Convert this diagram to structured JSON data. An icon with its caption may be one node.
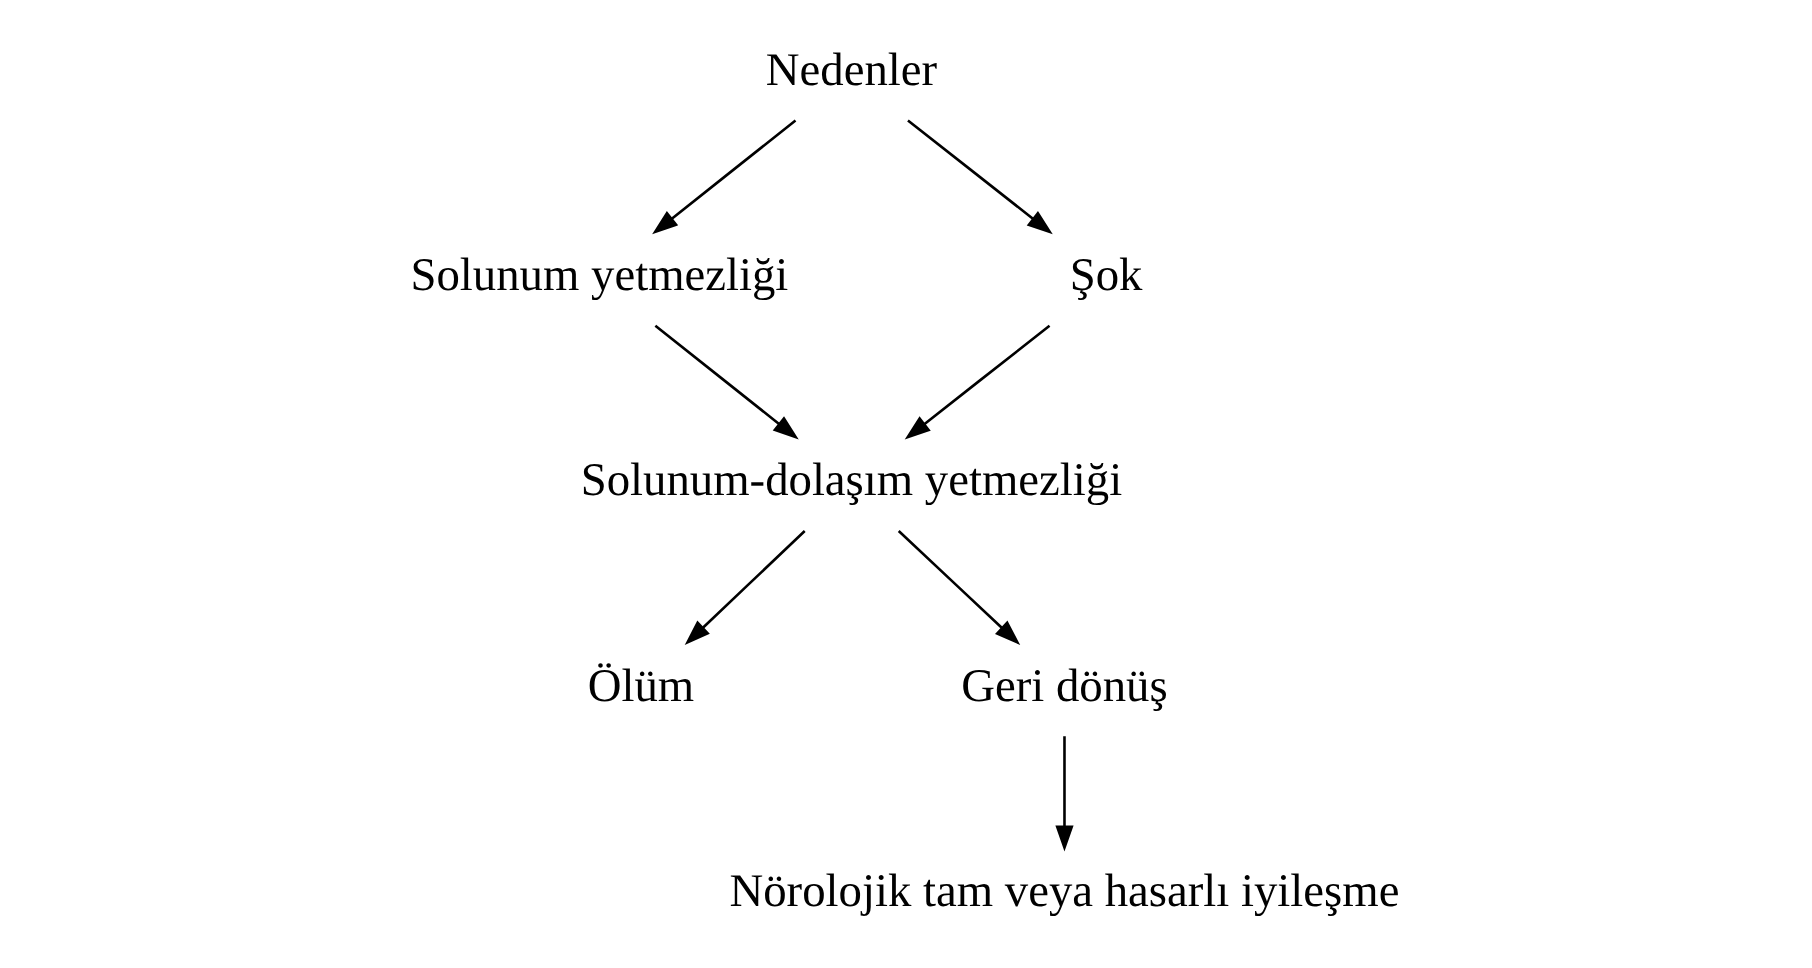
{
  "diagram": {
    "nodes": [
      {
        "text": [
          "Nedenler"
        ]
      },
      {
        "text": [
          "Solunum yetmezliği"
        ]
      },
      {
        "text": [
          "Şok"
        ]
      },
      {
        "text": [
          "Solunum-dolaşım yetmezliği"
        ]
      },
      {
        "text": [
          "Ölüm"
        ]
      },
      {
        "text": [
          "Geri dönüş"
        ]
      },
      {
        "text": [
          "Nörolojik tam veya hasarlı iyileşme"
        ]
      }
    ],
    "edges": [
      {
        "from": 0,
        "to": 1,
        "arrow": "to"
      },
      {
        "from": 0,
        "to": 2,
        "arrow": "to"
      },
      {
        "from": 1,
        "to": 3,
        "arrow": "to"
      },
      {
        "from": 2,
        "to": 3,
        "arrow": "to"
      },
      {
        "from": 3,
        "to": 4,
        "arrow": "to"
      },
      {
        "from": 3,
        "to": 5,
        "arrow": "to"
      },
      {
        "from": 5,
        "to": 6,
        "arrow": "to"
      }
    ]
  }
}
